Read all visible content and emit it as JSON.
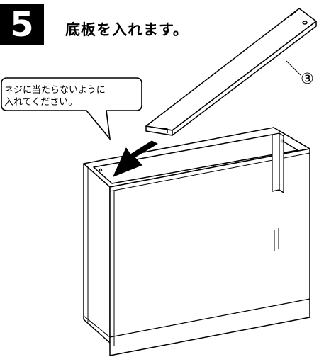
{
  "step": {
    "number": "5",
    "title": "底板を入れます。"
  },
  "callout": {
    "line1": "ネジに当たらないように",
    "line2": "入れてください。"
  },
  "part_label": "③",
  "colors": {
    "ink": "#000000",
    "paper": "#ffffff",
    "badge_bg": "#000000"
  }
}
